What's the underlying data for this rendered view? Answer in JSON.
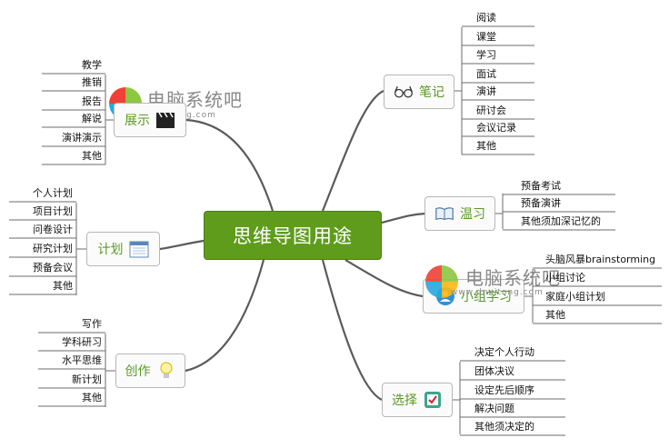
{
  "center": {
    "title": "思维导图用途"
  },
  "branches": {
    "notes": {
      "label": "笔记",
      "icon": "glasses-icon",
      "items": [
        "阅读",
        "课堂",
        "学习",
        "面试",
        "演讲",
        "研讨会",
        "会议记录",
        "其他"
      ]
    },
    "review": {
      "label": "温习",
      "icon": "book-icon",
      "items": [
        "预备考试",
        "预备演讲",
        "其他须加深记忆的"
      ]
    },
    "group": {
      "label": "小组学习",
      "icon": "group-icon",
      "items": [
        "头脑风暴brainstorming",
        "小组讨论",
        "家庭小组计划",
        "其他"
      ]
    },
    "choice": {
      "label": "选择",
      "icon": "checkbox-icon",
      "items": [
        "决定个人行动",
        "团体决议",
        "设定先后顺序",
        "解决问题",
        "其他须决定的"
      ]
    },
    "show": {
      "label": "展示",
      "icon": "clapperboard-icon",
      "items": [
        "教学",
        "推销",
        "报告",
        "解说",
        "演讲演示",
        "其他"
      ]
    },
    "plan": {
      "label": "计划",
      "icon": "calendar-icon",
      "items": [
        "个人计划",
        "项目计划",
        "问卷设计",
        "研究计划",
        "预备会议",
        "其他"
      ]
    },
    "create": {
      "label": "创作",
      "icon": "lightbulb-icon",
      "items": [
        "写作",
        "学科研习",
        "水平思维",
        "新计划",
        "其他"
      ]
    }
  },
  "watermarks": [
    {
      "name": "电脑系统吧",
      "url": "www.dnxitong.com"
    },
    {
      "name": "电脑系统吧",
      "url": "www.dnxitong.com"
    }
  ],
  "colors": {
    "center": "#5f9c1b",
    "branch_text": "#5a9a22",
    "line": "#555555"
  }
}
